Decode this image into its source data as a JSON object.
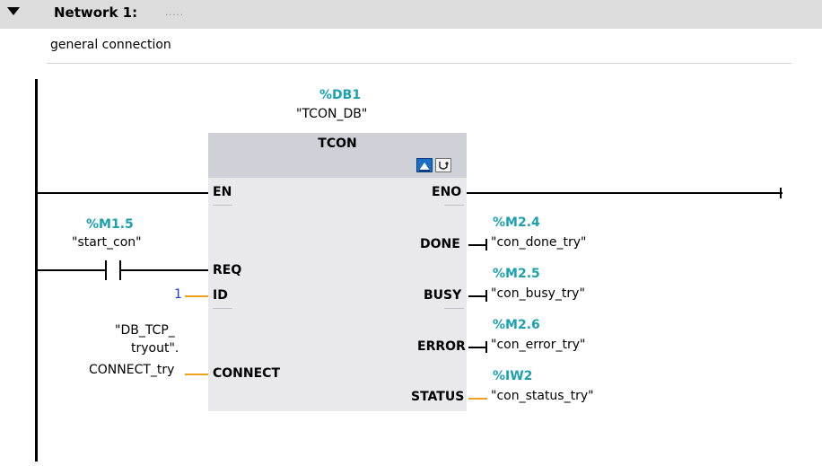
{
  "network": {
    "title": "Network 1:",
    "title_dots": ".....",
    "comment": "general connection"
  },
  "block": {
    "instance_address": "%DB1",
    "instance_name": "\"TCON_DB\"",
    "type": "TCON",
    "icons": [
      "call-structure-icon",
      "diagnostics-icon"
    ]
  },
  "inputs": {
    "en": "EN",
    "req": "REQ",
    "id": "ID",
    "connect": "CONNECT"
  },
  "outputs": {
    "eno": "ENO",
    "done": "DONE",
    "busy": "BUSY",
    "error": "ERROR",
    "status": "STATUS"
  },
  "operands": {
    "req_contact": {
      "address": "%M1.5",
      "name": "\"start_con\""
    },
    "id_value": "1",
    "connect_param": {
      "line1": "\"DB_TCP_",
      "line2": "tryout\".",
      "line3": "CONNECT_try"
    },
    "done": {
      "address": "%M2.4",
      "name": "\"con_done_try\""
    },
    "busy": {
      "address": "%M2.5",
      "name": "\"con_busy_try\""
    },
    "error": {
      "address": "%M2.6",
      "name": "\"con_error_try\""
    },
    "status": {
      "address": "%IW2",
      "name": "\"con_status_try\""
    }
  },
  "colors": {
    "address": "#1ba1b0",
    "block_body": "#e9e9ec",
    "block_header": "#d0d0d8",
    "parameter_wire": "#f0a020"
  }
}
